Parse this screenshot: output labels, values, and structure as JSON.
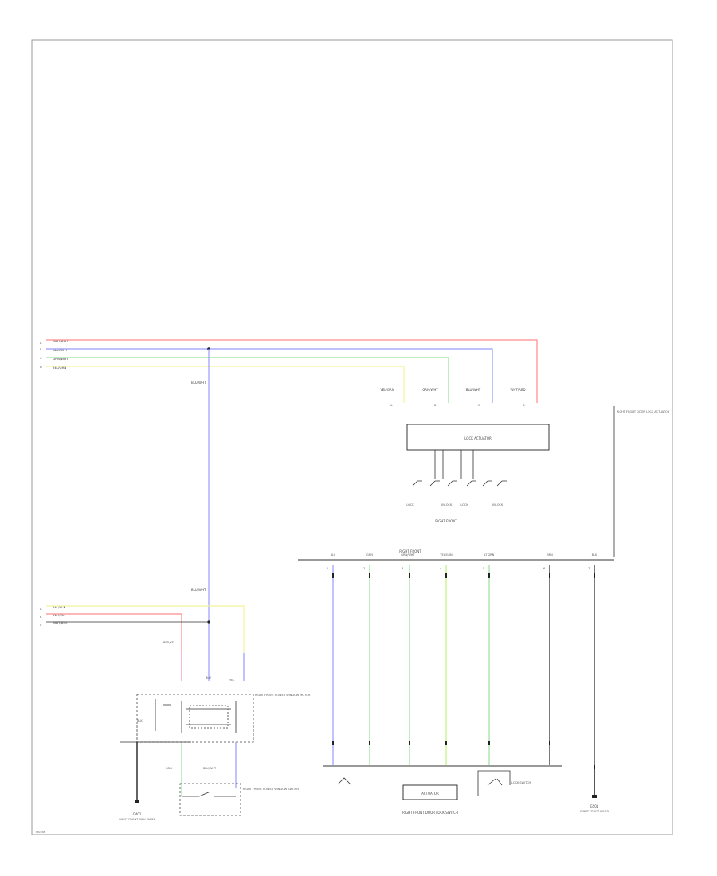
{
  "colors": {
    "red": "#ff8a8a",
    "blue": "#9a9aff",
    "green": "#9be09b",
    "yellow": "#f2f29a",
    "pink": "#ff9bd0",
    "lime": "#c2f07a",
    "black": "#222222",
    "frame": "#999999"
  },
  "top_bus": {
    "wires": [
      "WHT/RED",
      "BLU/WHT",
      "GRN/WHT",
      "YEL/GRN"
    ],
    "splice_label": "BLU/WHT",
    "drop_labels": [
      "YEL/GRN",
      "GRN/WHT",
      "BLU/WHT",
      "WHT/RED"
    ],
    "pins": [
      "A",
      "B",
      "C",
      "D"
    ]
  },
  "lock_actuator": {
    "title": "LOCK ACTUATOR",
    "right_label": "RIGHT FRONT DOOR LOCK ACTUATOR",
    "sub_label": "RIGHT FRONT",
    "switch_labels": [
      "LOCK",
      "UNLOCK",
      "LOCK",
      "UNLOCK"
    ]
  },
  "connector": {
    "title": "RIGHT FRONT",
    "pin_labels": [
      "BLU",
      "GRN",
      "GRN/WHT",
      "YEL/GRN",
      "LT GRN",
      "BRN",
      "BLK"
    ],
    "pin_numbers": [
      "1",
      "2",
      "3",
      "4",
      "5",
      "6",
      "7"
    ]
  },
  "left_bus": {
    "wires": [
      "YEL/BLK",
      "RED/YEL",
      "WHT/BLU"
    ],
    "vertical_label": "BLU/WHT",
    "drop_labels": [
      "RED/YEL",
      "BLU",
      "YEL"
    ]
  },
  "left_module": {
    "label": "RIGHT FRONT POWER WINDOW MOTOR",
    "lower_label": "RIGHT FRONT POWER WINDOW SWITCH",
    "pin_labels": [
      "BLK",
      "GRN",
      "BLU/WHT"
    ],
    "ground_label": "G401",
    "ground_caption": "RIGHT FRONT KICK PANEL"
  },
  "right_module": {
    "label": "RIGHT FRONT DOOR LOCK SWITCH",
    "inner_label": "ACTUATOR",
    "switch_label": "LOCK SWITCH",
    "ground_label": "G501",
    "ground_caption": "RIGHT FRONT DOOR"
  },
  "footer": {
    "code": "TY0356"
  }
}
